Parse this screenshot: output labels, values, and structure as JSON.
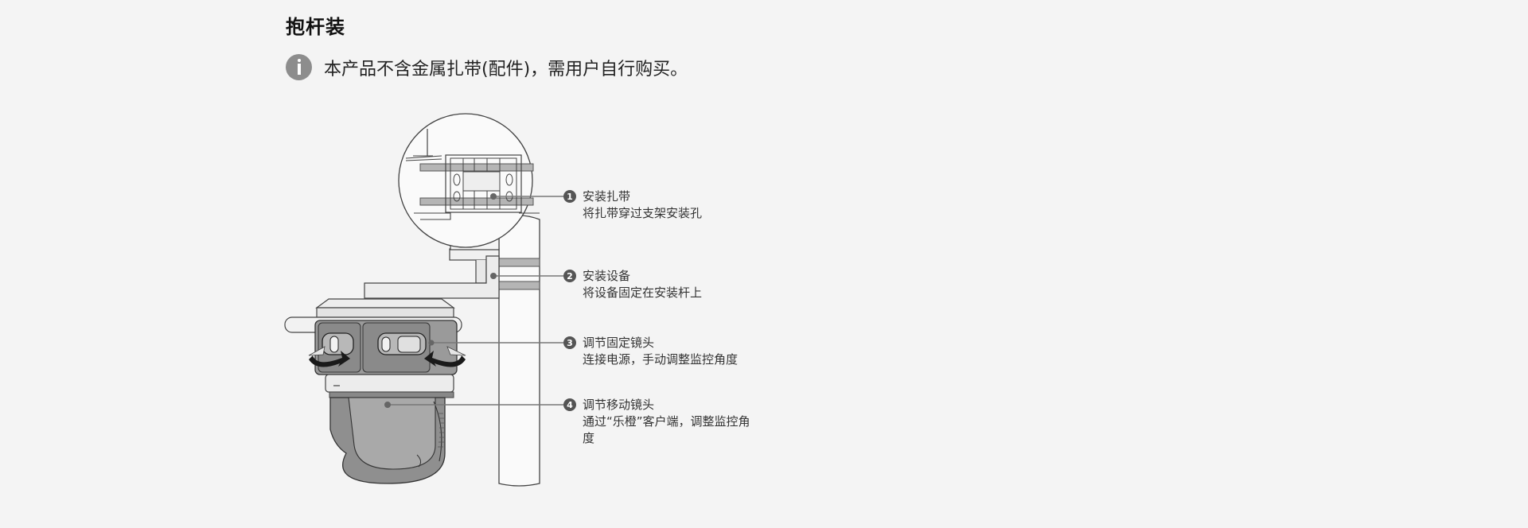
{
  "section_title": "抱杆装",
  "notice": {
    "icon": "info-icon",
    "text": "本产品不含金属扎带(配件)，需用户自行购买。"
  },
  "callouts": [
    {
      "num": "1",
      "title": "安装扎带",
      "desc": "将扎带穿过支架安装孔"
    },
    {
      "num": "2",
      "title": "安装设备",
      "desc": "将设备固定在安装杆上"
    },
    {
      "num": "3",
      "title": "调节固定镜头",
      "desc": "连接电源，手动调整监控角度"
    },
    {
      "num": "4",
      "title": "调节移动镜头",
      "desc": "通过“乐橙”客户端，调整监控角度"
    }
  ],
  "colors": {
    "background": "#f4f4f4",
    "icon_gray": "#8d8d8d",
    "line_gray": "#777777",
    "dark_gray": "#555555"
  }
}
